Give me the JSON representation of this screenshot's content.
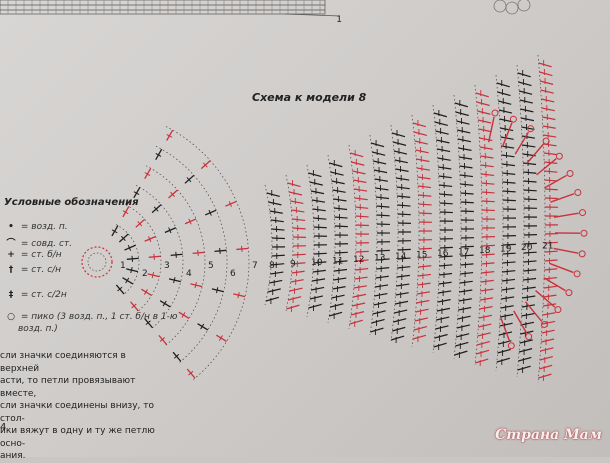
{
  "diagram": {
    "title": "Схема к модели 8",
    "chart_row_label": "1",
    "row_numbers": [
      "1",
      "2",
      "3",
      "4",
      "5",
      "6",
      "7",
      "8",
      "9",
      "10",
      "11",
      "12",
      "13",
      "14",
      "15",
      "16",
      "17",
      "18",
      "19",
      "20",
      "21"
    ],
    "colors": {
      "black_rows": "#1e1e1e",
      "red_rows": "#c8323c",
      "chain": "#333333"
    }
  },
  "legend": {
    "title": "Условные обозначения",
    "items": [
      {
        "icon": "chain-stitch-icon",
        "label": "= возд. п."
      },
      {
        "icon": "slip-stitch-icon",
        "label": "= совд. ст."
      },
      {
        "icon": "single-crochet-icon",
        "label": "= ст. б/н"
      },
      {
        "icon": "double-crochet-icon",
        "label": "= ст. с/н"
      },
      {
        "icon": "treble-crochet-icon",
        "label": "= ст. с/2н"
      },
      {
        "icon": "picot-icon",
        "label": "= пико (3 возд. п., 1 ст. б/н в 1-ю",
        "label_cont": "возд. п.)"
      }
    ]
  },
  "note": {
    "lines": [
      "сли значки соединяются в верхней",
      "асти, то петли провязывают вместе,",
      "сли значки соединены внизу, то стол-",
      "ики вяжут в одну и ту же петлю осно-",
      "ания."
    ]
  },
  "page": {
    "number": "4"
  },
  "watermark": {
    "text": "Страна Мам"
  }
}
